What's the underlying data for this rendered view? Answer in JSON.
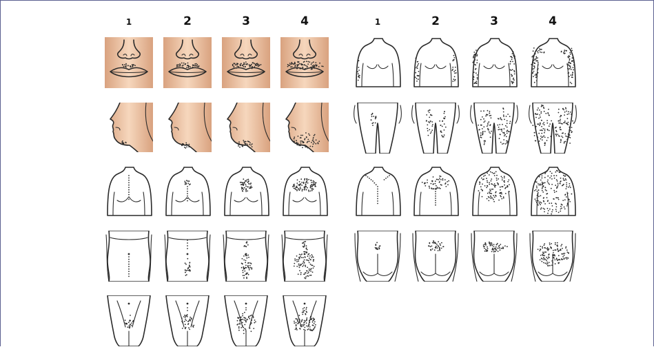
{
  "figure": {
    "left_panel": {
      "headers": [
        "1",
        "2",
        "3",
        "4"
      ],
      "rows": [
        "upper-lip",
        "chin-jaw",
        "chest",
        "abdomen",
        "pubic"
      ]
    },
    "right_panel": {
      "headers": [
        "1",
        "2",
        "3",
        "4"
      ],
      "rows": [
        "arm",
        "thigh",
        "back",
        "buttocks"
      ]
    },
    "grades": [
      1,
      2,
      3,
      4
    ],
    "colors": {
      "skin_light": "#f6d7bd",
      "skin_dark": "#d9a27f",
      "outline": "#2a2a2a",
      "frame": "#5a5f8f"
    }
  }
}
